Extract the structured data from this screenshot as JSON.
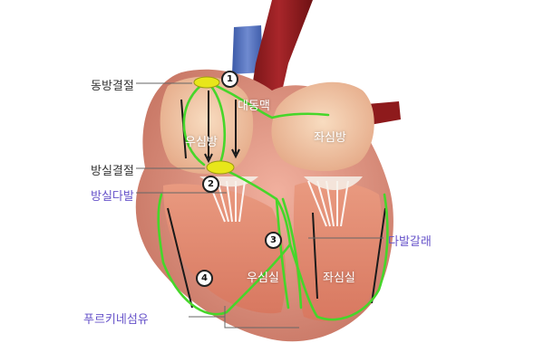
{
  "labels": {
    "sa_node": "동방결절",
    "av_node": "방실결절",
    "av_bundle": "방실다발",
    "bundle_branches": "다발갈래",
    "purkinje_fibers": "푸르키네섬유",
    "aorta": "대동맥",
    "right_atrium": "우심방",
    "left_atrium": "좌심방",
    "right_ventricle": "우심실",
    "left_ventricle": "좌심실"
  },
  "step_markers": [
    "1",
    "2",
    "3",
    "4"
  ],
  "colors": {
    "conduction_green": "#46d62a",
    "node_yellow": "#e8e61a",
    "purple_label": "#6652c9",
    "aorta_red": "#8e1a1c",
    "muscle_orange": "#e2927a",
    "atrium_peach": "#f2c9a0"
  }
}
